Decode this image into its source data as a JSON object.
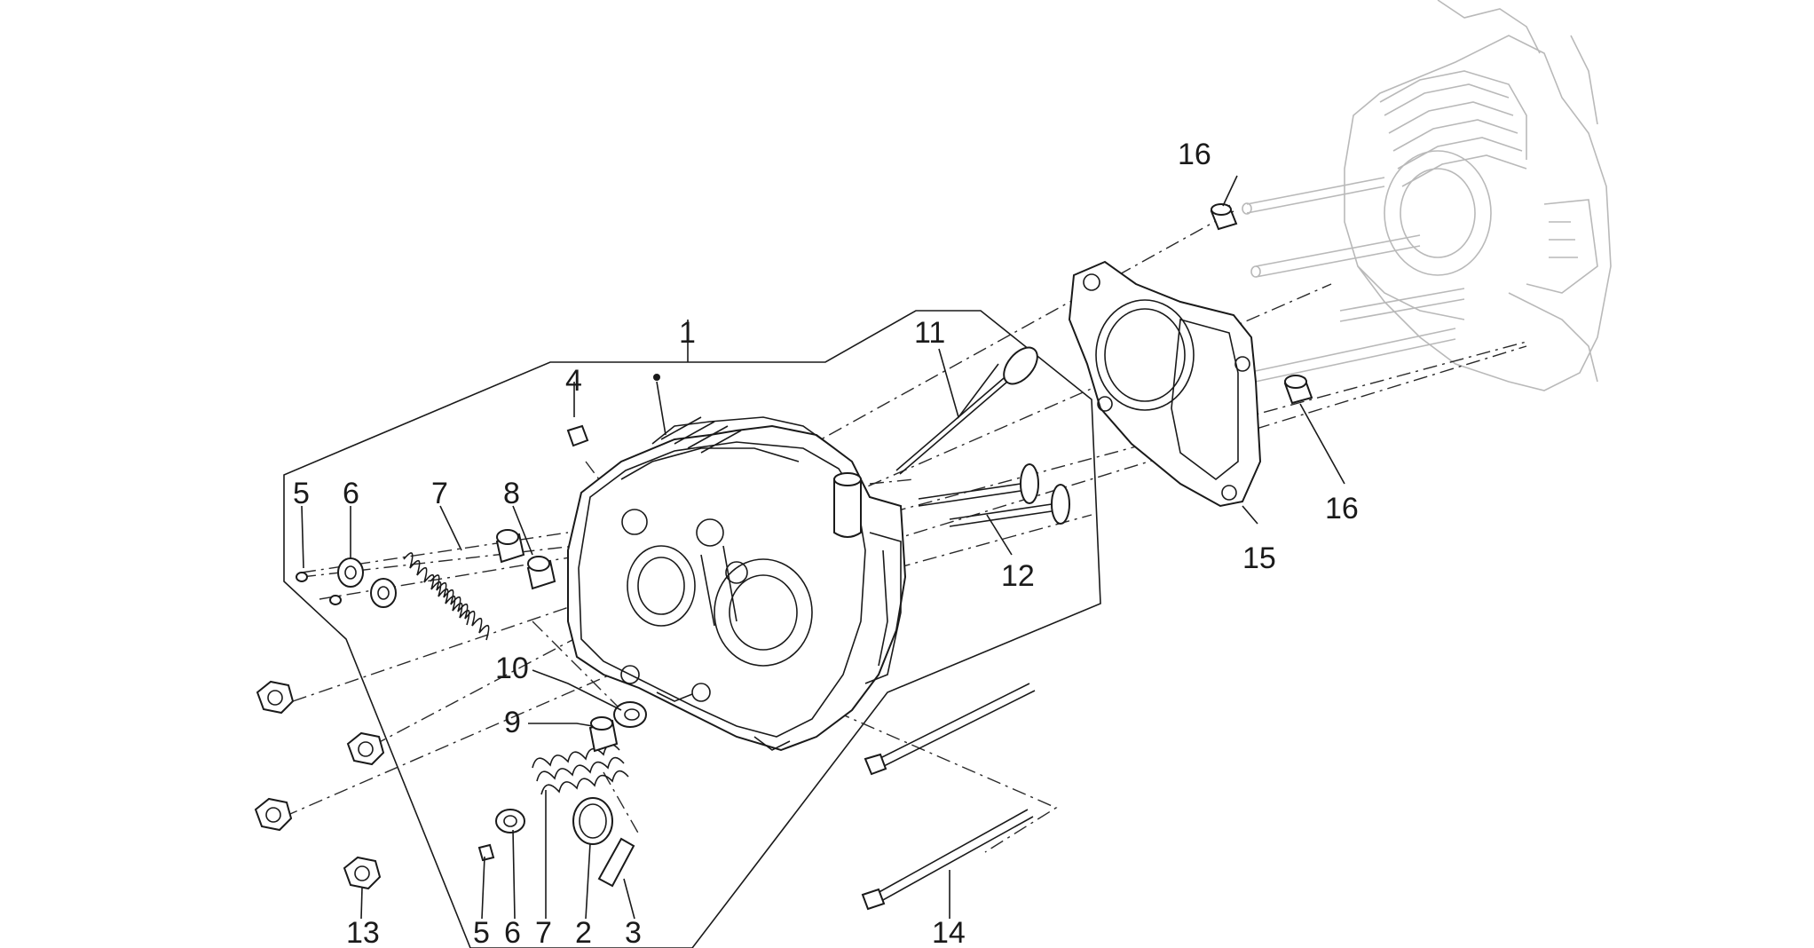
{
  "diagram": {
    "callouts": {
      "c1": "1",
      "c2": "2",
      "c3": "3",
      "c4": "4",
      "c5a": "5",
      "c5b": "5",
      "c6a": "6",
      "c6b": "6",
      "c7a": "7",
      "c7b": "7",
      "c8": "8",
      "c9": "9",
      "c10": "10",
      "c11": "11",
      "c12": "12",
      "c13": "13",
      "c14": "14",
      "c15": "15",
      "c16a": "16",
      "c16b": "16"
    }
  }
}
